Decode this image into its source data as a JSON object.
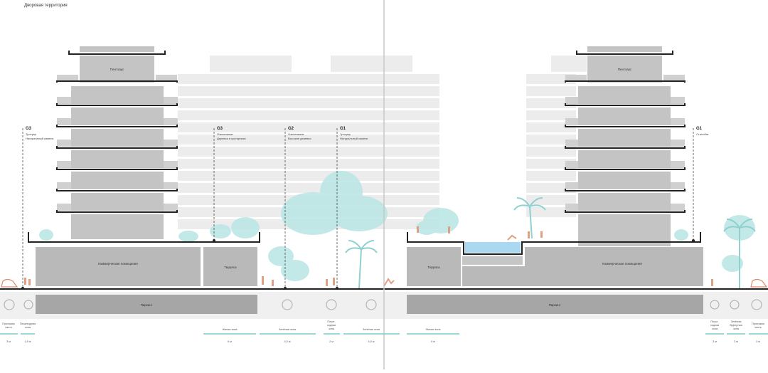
{
  "title": "Дворовая территория",
  "labels": {
    "penthouse": "Пентхаус",
    "commercial": "Коммерческие помещения",
    "terrace": "Терраса",
    "parking": "Паркинг"
  },
  "annotations": {
    "g3_left": {
      "code": "G3",
      "line1": "Тротуар",
      "line2": "Натуральный камень"
    },
    "g3_mid": {
      "code": "G3",
      "line1": "Озеленение",
      "line2": "Деревья и кустарники"
    },
    "g2": {
      "code": "G2",
      "line1": "Озеленение",
      "line2": "Высокие деревья"
    },
    "g1_mid": {
      "code": "G1",
      "line1": "Тротуар",
      "line2": "Натуральный камень"
    },
    "g1_right": {
      "code": "G1",
      "line1": "Стилобат",
      "line2": ""
    }
  },
  "zones": [
    {
      "line1": "Проезжая",
      "line2": "часть",
      "line3": "",
      "dim": "3 м"
    },
    {
      "line1": "Пешеходная",
      "line2": "зона",
      "line3": "",
      "dim": "1,5 м"
    },
    {
      "line1": "Жилая зона",
      "line2": "",
      "line3": "",
      "dim": "6 м"
    },
    {
      "line1": "Зелёная зона",
      "line2": "",
      "line3": "",
      "dim": "4,5 м"
    },
    {
      "line1": "Пеше-",
      "line2": "ходная",
      "line3": "зона",
      "dim": "2 м"
    },
    {
      "line1": "Зелёная зона",
      "line2": "",
      "line3": "",
      "dim": "4,5 м"
    },
    {
      "line1": "Жилая зона",
      "line2": "",
      "line3": "",
      "dim": "6 м"
    },
    {
      "line1": "Пеше-",
      "line2": "ходная",
      "line3": "зона",
      "dim": "3 м"
    },
    {
      "line1": "Зелёная",
      "line2": "буферная",
      "line3": "зона",
      "dim": "3 м"
    },
    {
      "line1": "Проезжая",
      "line2": "часть",
      "line3": "",
      "dim": "3 м"
    }
  ],
  "colors": {
    "building": "#bdbdbd",
    "building_dark": "#a6a6a6",
    "background_buildings": "#e9e9e9",
    "tree": "#a8dede",
    "people": "#e0a084",
    "water": "#a9d8f0",
    "zone_line": "#7cc9c9",
    "outline": "#222222",
    "divider": "#c8c8c8"
  }
}
